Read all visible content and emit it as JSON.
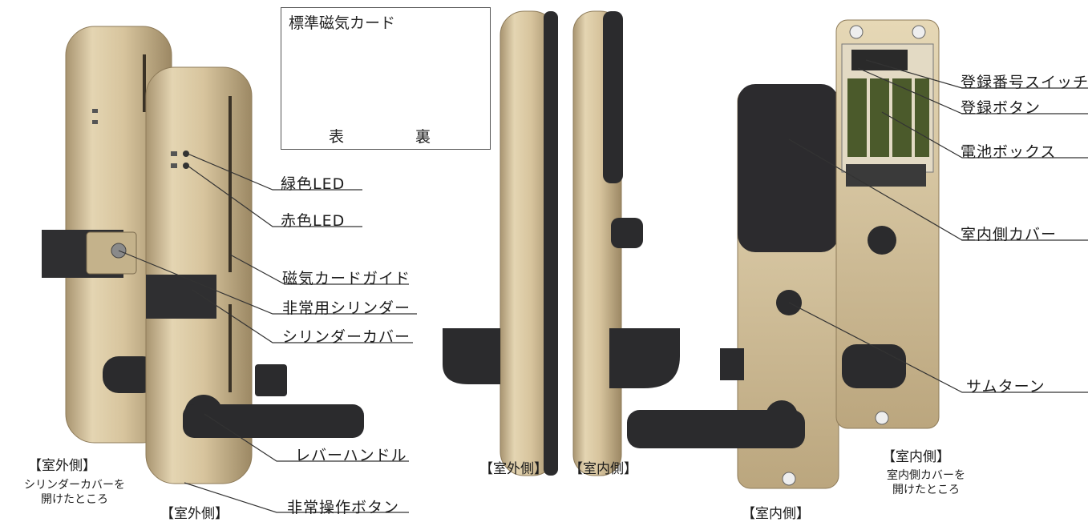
{
  "card_box": {
    "title": "標準磁気カード",
    "front_label": "表",
    "back_label": "裏"
  },
  "labels": {
    "green_led": "緑色LED",
    "red_led": "赤色LED",
    "card_guide": "磁気カードガイド",
    "emergency_cylinder": "非常用シリンダー",
    "cylinder_cover": "シリンダーカバー",
    "lever_handle": "レバーハンドル",
    "emergency_button": "非常操作ボタン",
    "register_switch": "登録番号スイッチ",
    "register_button": "登録ボタン",
    "battery_box": "電池ボックス",
    "indoor_cover": "室内側カバー",
    "thumb_turn": "サムターン"
  },
  "captions": {
    "outdoor_left": "【室外側】",
    "outdoor_left_sub_1": "シリンダーカバーを",
    "outdoor_left_sub_2": "開けたところ",
    "outdoor_bottom": "【室外側】",
    "side_outdoor": "【室外側】",
    "side_indoor": "【室内側】",
    "indoor_bottom": "【室内側】",
    "indoor_right": "【室内側】",
    "indoor_right_sub_1": "室内側カバーを",
    "indoor_right_sub_2": "開けたところ"
  }
}
